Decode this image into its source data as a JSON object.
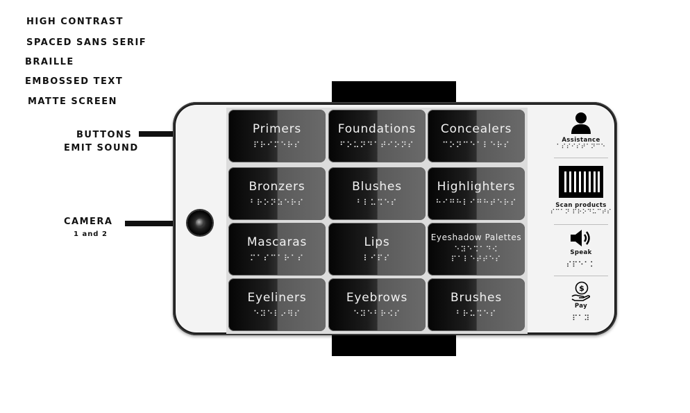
{
  "annotations": {
    "features": [
      "HIGH CONTRAST",
      "SPACED SANS SERIF",
      "BRAILLE",
      "EMBOSSED TEXT",
      "MATTE SCREEN"
    ],
    "buttons_callout": {
      "line1": "BUTTONS",
      "line2": "EMIT SOUND"
    },
    "camera_callout": {
      "line1": "CAMERA",
      "line2": "1 and 2"
    }
  },
  "categories": [
    {
      "label": "Primers",
      "braille": "⠏⠗⠊⠍⠑⠗⠎"
    },
    {
      "label": "Foundations",
      "braille": "⠋⠕⠥⠝⠙⠁⠞⠊⠕⠝⠎"
    },
    {
      "label": "Concealers",
      "braille": "⠉⠕⠝⠉⠑⠁⠇⠑⠗⠎"
    },
    {
      "label": "Bronzers",
      "braille": "⠃⠗⠕⠝⠵⠑⠗⠎"
    },
    {
      "label": "Blushes",
      "braille": "⠃⠇⠥⠩⠑⠎"
    },
    {
      "label": "Highlighters",
      "braille": "⠓⠊⠛⠓⠇⠊⠛⠓⠞⠑⠗⠎"
    },
    {
      "label": "Mascaras",
      "braille": "⠍⠁⠎⠉⠁⠗⠁⠎"
    },
    {
      "label": "Lips",
      "braille": "⠇⠊⠏⠎"
    },
    {
      "label": "Eyeshadow Palettes",
      "braille": "⠑⠽⠑⠩⠁⠙⠪ ⠏⠁⠇⠑⠞⠞⠑⠎"
    },
    {
      "label": "Eyeliners",
      "braille": "⠑⠽⠑⠇⠔⠻⠎"
    },
    {
      "label": "Eyebrows",
      "braille": "⠑⠽⠑⠃⠗⠪⠎"
    },
    {
      "label": "Brushes",
      "braille": "⠃⠗⠥⠩⠑⠎"
    }
  ],
  "sidebar": {
    "assistance": {
      "label": "Assistance",
      "braille": "⠁⠎⠎⠊⠎⠞⠁⠝⠉⠑",
      "icon": "person-icon"
    },
    "scan": {
      "label": "Scan products",
      "braille": "⠎⠉⠁⠝ ⠏⠗⠕⠙⠥⠉⠞⠎",
      "icon": "barcode-icon"
    },
    "speak": {
      "label": "Speak",
      "braille": "⠎⠏⠑⠁⠅",
      "icon": "speaker-icon"
    },
    "pay": {
      "label": "Pay",
      "braille": "⠏⠁⠽",
      "icon": "hand-dollar-icon"
    }
  }
}
